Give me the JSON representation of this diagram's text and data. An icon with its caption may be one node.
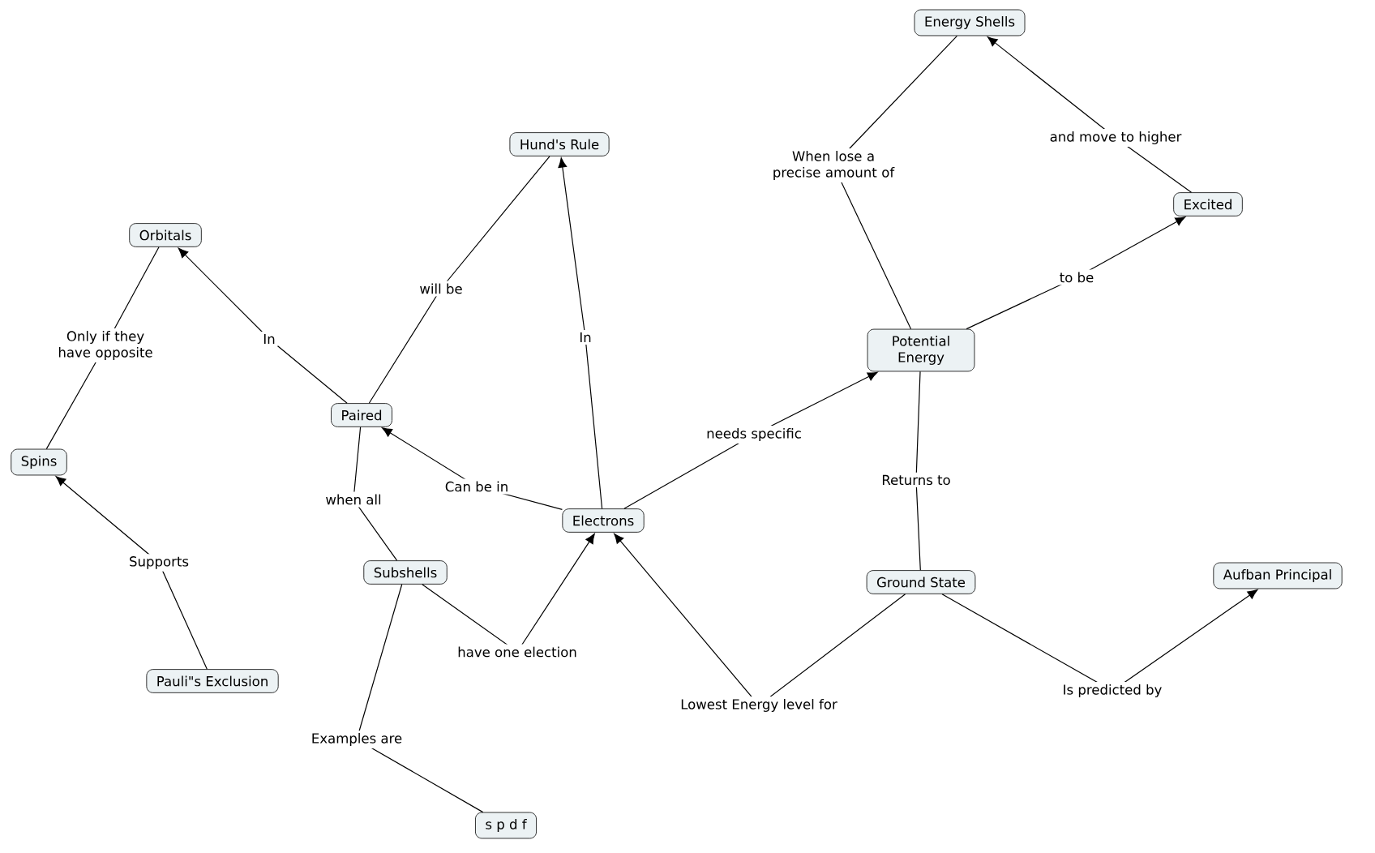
{
  "diagram": {
    "nodes": [
      {
        "text": [
          "Energy Shells"
        ]
      },
      {
        "text": [
          "Hund's Rule"
        ]
      },
      {
        "text": [
          "Excited"
        ]
      },
      {
        "text": [
          "Orbitals"
        ]
      },
      {
        "text": [
          "Potential Energy"
        ]
      },
      {
        "text": [
          "Paired"
        ]
      },
      {
        "text": [
          "Spins"
        ]
      },
      {
        "text": [
          "Electrons"
        ]
      },
      {
        "text": [
          "Subshells"
        ]
      },
      {
        "text": [
          "Ground State"
        ]
      },
      {
        "text": [
          "Aufban Principal"
        ]
      },
      {
        "text": [
          "Pauli\"s Exclusion"
        ]
      },
      {
        "text": [
          "s p d f"
        ]
      }
    ],
    "edges": [
      {
        "from": 4,
        "to": 0,
        "arrow": "none",
        "label": "When lose a precise amount of"
      },
      {
        "from": 2,
        "to": 0,
        "arrow": "to",
        "label": "and move to higher"
      },
      {
        "from": 4,
        "to": 2,
        "arrow": "to",
        "label": "to be"
      },
      {
        "from": 3,
        "to": 6,
        "arrow": "none",
        "label": "Only if they have opposite"
      },
      {
        "from": 5,
        "to": 3,
        "arrow": "to",
        "label": "In"
      },
      {
        "from": 5,
        "to": 1,
        "arrow": "none",
        "label": "will be"
      },
      {
        "from": 7,
        "to": 1,
        "arrow": "to",
        "label": "In"
      },
      {
        "from": 7,
        "to": 5,
        "arrow": "to",
        "label": "Can be in"
      },
      {
        "from": 5,
        "to": 8,
        "arrow": "none",
        "label": "when all"
      },
      {
        "from": 7,
        "to": 4,
        "arrow": "to",
        "label": "needs specific"
      },
      {
        "from": 11,
        "to": 6,
        "arrow": "to",
        "label": "Supports"
      },
      {
        "from": 8,
        "to": 7,
        "arrow": "to",
        "label": "have one election"
      },
      {
        "from": 9,
        "to": 7,
        "arrow": "to",
        "label": "Lowest Energy level for"
      },
      {
        "from": 4,
        "to": 9,
        "arrow": "none",
        "label": "Returns to"
      },
      {
        "from": 9,
        "to": 10,
        "arrow": "to",
        "label": "Is predicted by"
      },
      {
        "from": 8,
        "to": 12,
        "arrow": "none",
        "label": "Examples are"
      }
    ]
  }
}
